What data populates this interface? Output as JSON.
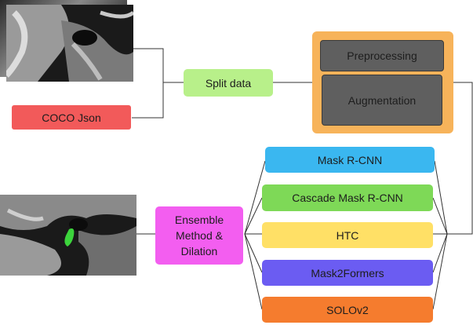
{
  "nodes": {
    "split_data": "Split data",
    "coco_json": "COCO Json",
    "preprocessing": "Preprocessing",
    "augmentation": "Augmentation",
    "ensemble": "Ensemble Method & Dilation",
    "models": [
      "Mask R-CNN",
      "Cascade Mask R-CNN",
      "HTC",
      "Mask2Formers",
      "SOLOv2"
    ]
  },
  "colors": {
    "split_data": "#b8f08a",
    "coco_json": "#f25a5a",
    "prep_group": "#f7b35a",
    "prep_inner": "#5f5f5f",
    "ensemble": "#f35ef0",
    "mask_rcnn": "#3ab7f0",
    "cascade": "#7ed957",
    "htc": "#ffe066",
    "mask2former": "#6b5cf2",
    "solov2": "#f57c2e",
    "segmentation": "#3cd43c"
  }
}
